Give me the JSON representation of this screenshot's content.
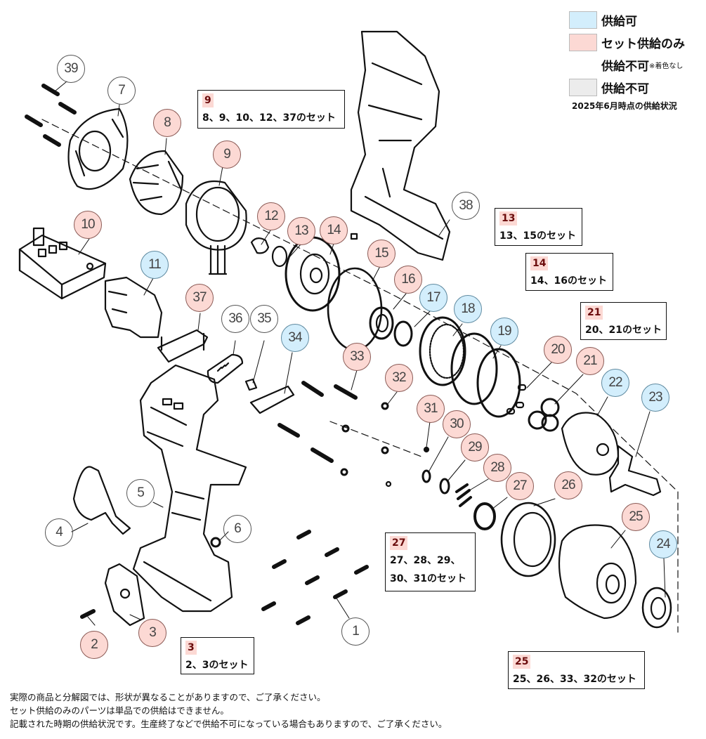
{
  "legend": {
    "items": [
      {
        "label": "供給可",
        "note": "",
        "swatch": "#d3eefc"
      },
      {
        "label": "セット供給のみ",
        "note": "",
        "swatch": "#fcd9d4"
      },
      {
        "label": "供給不可",
        "note": "※着色なし",
        "swatch": "none"
      },
      {
        "label": "供給不可",
        "note": "",
        "swatch": "#ececec"
      }
    ],
    "status_date": "2025年6月時点の供給状況"
  },
  "colors": {
    "available": "#d3eefc",
    "set_only": "#fcd9d4",
    "unavailable_gray": "#ececec",
    "set_tag_text": "#6b0c0c"
  },
  "parts": [
    {
      "no": "1",
      "status": "none"
    },
    {
      "no": "2",
      "status": "setonly"
    },
    {
      "no": "3",
      "status": "setonly"
    },
    {
      "no": "4",
      "status": "none"
    },
    {
      "no": "5",
      "status": "none"
    },
    {
      "no": "6",
      "status": "none"
    },
    {
      "no": "7",
      "status": "none"
    },
    {
      "no": "8",
      "status": "setonly"
    },
    {
      "no": "9",
      "status": "setonly"
    },
    {
      "no": "10",
      "status": "setonly"
    },
    {
      "no": "11",
      "status": "avail"
    },
    {
      "no": "12",
      "status": "setonly"
    },
    {
      "no": "13",
      "status": "setonly"
    },
    {
      "no": "14",
      "status": "setonly"
    },
    {
      "no": "15",
      "status": "setonly"
    },
    {
      "no": "16",
      "status": "setonly"
    },
    {
      "no": "17",
      "status": "avail"
    },
    {
      "no": "18",
      "status": "avail"
    },
    {
      "no": "19",
      "status": "avail"
    },
    {
      "no": "20",
      "status": "setonly"
    },
    {
      "no": "21",
      "status": "setonly"
    },
    {
      "no": "22",
      "status": "avail"
    },
    {
      "no": "23",
      "status": "avail"
    },
    {
      "no": "24",
      "status": "avail"
    },
    {
      "no": "25",
      "status": "setonly"
    },
    {
      "no": "26",
      "status": "setonly"
    },
    {
      "no": "27",
      "status": "setonly"
    },
    {
      "no": "28",
      "status": "setonly"
    },
    {
      "no": "29",
      "status": "setonly"
    },
    {
      "no": "30",
      "status": "setonly"
    },
    {
      "no": "31",
      "status": "setonly"
    },
    {
      "no": "32",
      "status": "setonly"
    },
    {
      "no": "33",
      "status": "setonly"
    },
    {
      "no": "34",
      "status": "avail"
    },
    {
      "no": "35",
      "status": "none"
    },
    {
      "no": "36",
      "status": "none"
    },
    {
      "no": "37",
      "status": "setonly"
    },
    {
      "no": "38",
      "status": "none"
    },
    {
      "no": "39",
      "status": "none"
    }
  ],
  "sets": [
    {
      "tag": "9",
      "desc": "8、9、10、12、37のセット"
    },
    {
      "tag": "13",
      "desc": "13、15のセット"
    },
    {
      "tag": "14",
      "desc": "14、16のセット"
    },
    {
      "tag": "21",
      "desc": "20、21のセット"
    },
    {
      "tag": "27",
      "desc": "27、28、29、",
      "desc2": "30、31のセット"
    },
    {
      "tag": "3",
      "desc": "2、3のセット"
    },
    {
      "tag": "25",
      "desc": "25、26、33、32のセット"
    }
  ],
  "footnotes": [
    "実際の商品と分解図では、形状が異なることがありますので、ご了承ください。",
    "セット供給のみのパーツは単品での供給はできません。",
    "記載された時期の供給状況です。生産終了などで供給不可になっている場合もありますので、ご了承ください。"
  ]
}
